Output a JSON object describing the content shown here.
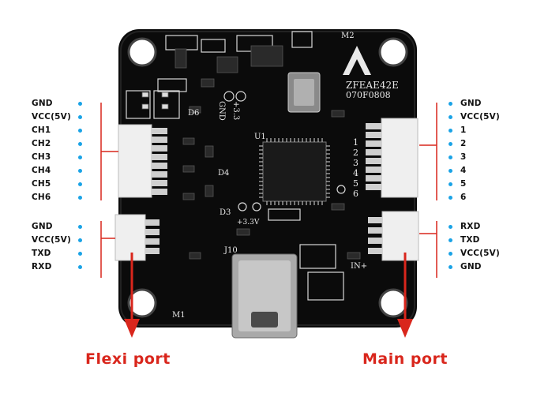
{
  "left_flexi_pins": [
    "GND",
    "VCC(5V)",
    "TXD",
    "RXD"
  ],
  "left_main_pins": [
    "GND",
    "VCC(5V)",
    "CH1",
    "CH2",
    "CH3",
    "CH4",
    "CH5",
    "CH6"
  ],
  "right_main_pins": [
    "GND",
    "VCC(5V)",
    "1",
    "2",
    "3",
    "4",
    "5",
    "6"
  ],
  "right_flexi_pins": [
    "RXD",
    "TXD",
    "VCC(5V)",
    "GND"
  ],
  "ports": {
    "left": "Flexi port",
    "right": "Main port"
  },
  "board": {
    "name": "ZFEAE42E",
    "code": "070F0808",
    "silk_u1": "U1",
    "silk_j10": "J10",
    "silk_d3": "D3",
    "silk_d4": "D4",
    "silk_d6": "D6",
    "silk_m1": "M1",
    "silk_m2": "M2",
    "silk_gnd": "GND",
    "silk_3v3": "+3.3",
    "silk_3v3b": "+3.3V",
    "silk_in": "IN+",
    "silk_digits": [
      "1",
      "2",
      "3",
      "4",
      "5",
      "6"
    ]
  },
  "colors": {
    "accent_red": "#d9261c",
    "dot_blue": "#1aa3e6",
    "board": "#0b0b0b"
  }
}
